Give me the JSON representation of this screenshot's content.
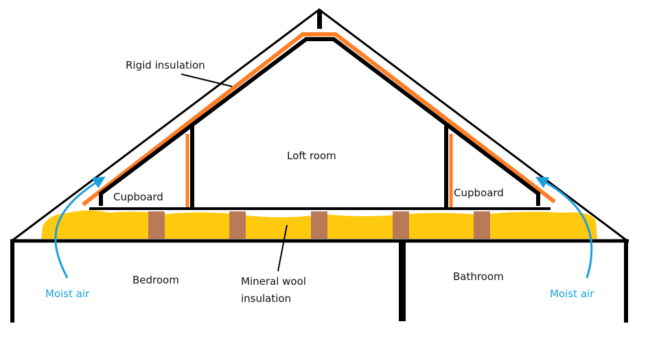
{
  "labels": {
    "rigid_insulation": "Rigid insulation",
    "loft_room": "Loft room",
    "cupboard_left": "Cupboard",
    "cupboard_right": "Cupboard",
    "bedroom": "Bedroom",
    "mineral_wool_line1": "Mineral wool",
    "mineral_wool_line2": "insulation",
    "bathroom": "Bathroom",
    "moist_air_left": "Moist air",
    "moist_air_right": "Moist air"
  },
  "colors": {
    "structure": "#000000",
    "rigid_insulation": "#ff7f27",
    "mineral_wool": "#ffc90e",
    "joists": "#b97a57",
    "moist_air": "#1a9fe0"
  }
}
